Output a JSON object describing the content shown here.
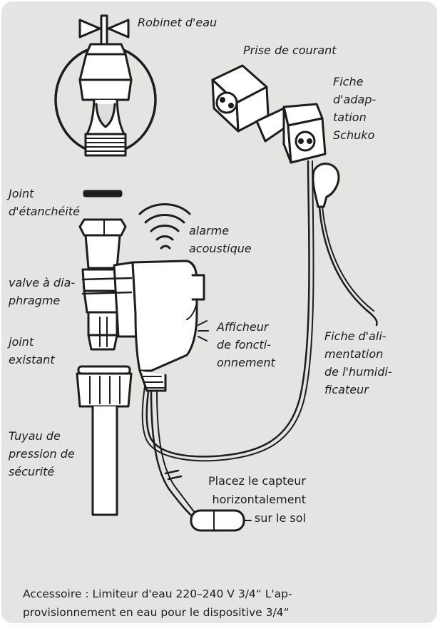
{
  "labels": {
    "faucet": "Robinet d'eau",
    "socket": "Prise de courant",
    "adapter": "Fiche\nd'adap-\ntation\nSchuko",
    "gasket": "Joint\nd'étanchéité",
    "alarm": "alarme\nacoustique",
    "valve": "valve à dia-\nphragme",
    "display": "Afficheur\nde foncti-\nonnement",
    "existing_joint": "joint\nexistant",
    "power_plug": "Fiche d'ali-\nmentation\nde l'humidi-\nficateur",
    "hose": "Tuyau de\npression de\nsécurité",
    "sensor": "Placez le capteur\nhorizontalement\nsur le sol"
  },
  "caption": "Accessoire : Limiteur d'eau 220–240 V 3/4“ L'ap-\nprovisionnement en eau pour le dispositive 3/4“"
}
